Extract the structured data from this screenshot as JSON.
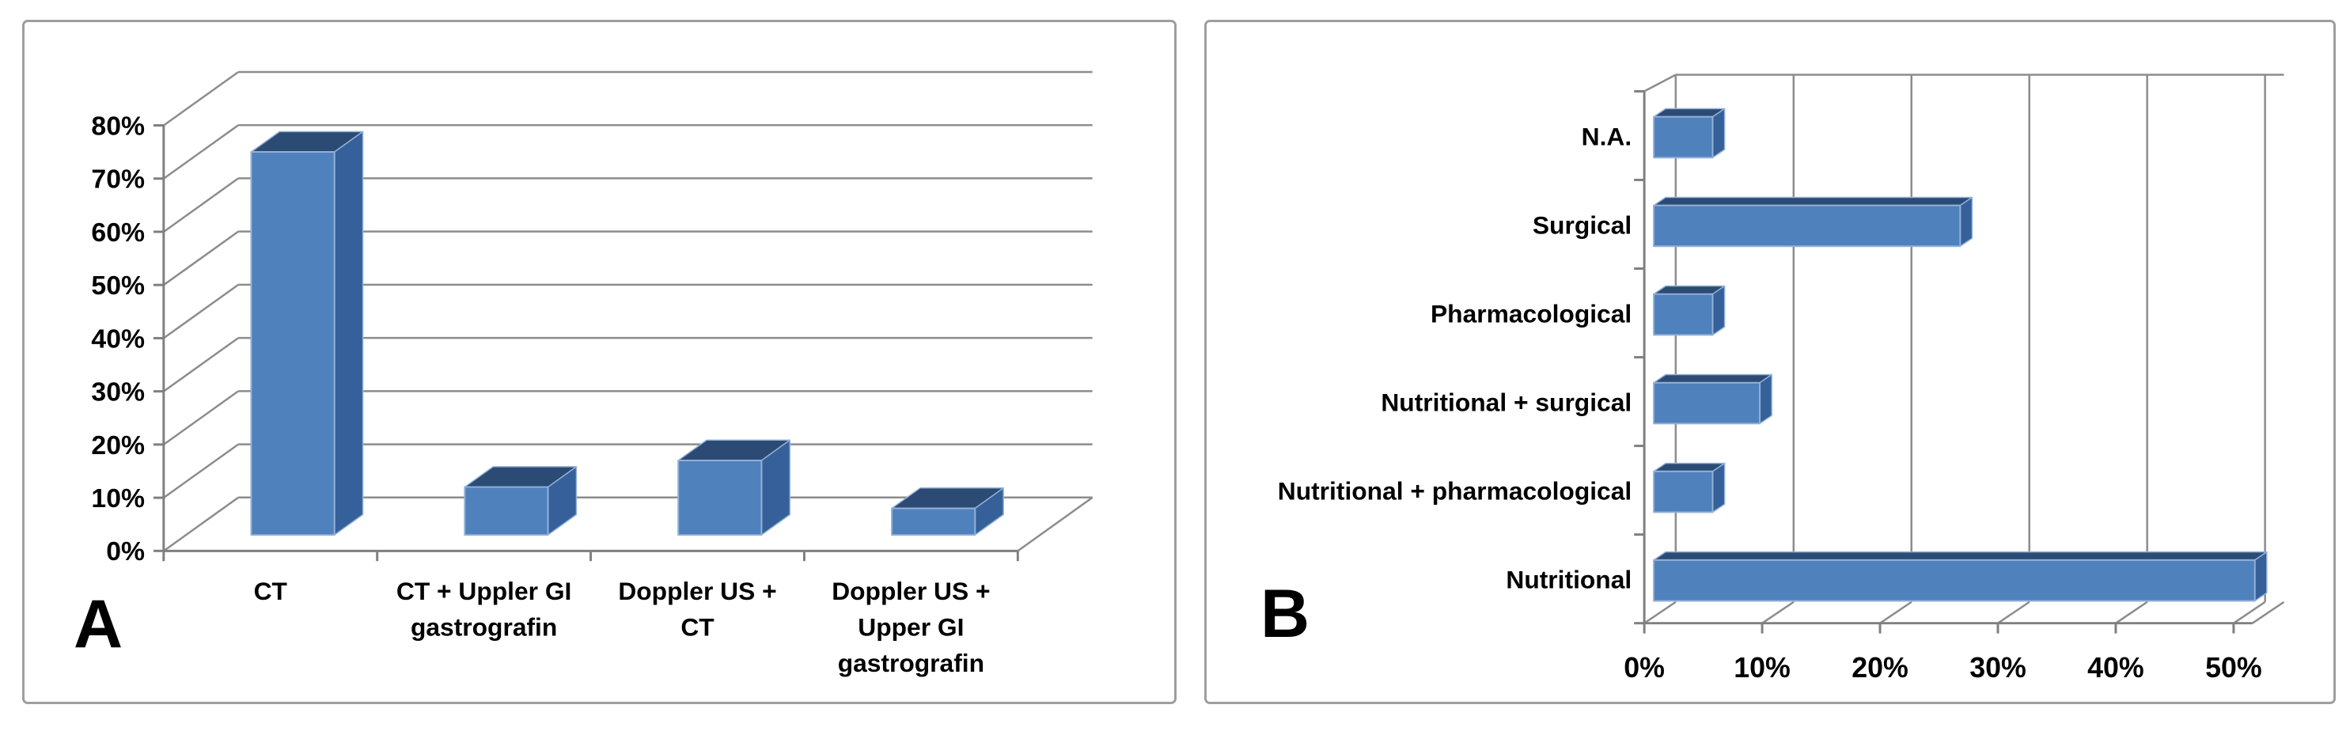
{
  "figure": {
    "panel_a_letter": "A",
    "panel_b_letter": "B"
  },
  "colors": {
    "bar_front": "#4F81BD",
    "bar_top": "#2C4B74",
    "bar_side": "#35609A",
    "bar_bevel": "#93B1D7",
    "gridline": "#8C8C8C",
    "axis": "#7F7F7F",
    "panel_border": "#9E9E9E",
    "text": "#000000",
    "background": "#FFFFFF"
  },
  "chart_data": [
    {
      "panel": "A",
      "type": "bar",
      "variant": "3d-column",
      "title": "",
      "xlabel": "",
      "ylabel": "",
      "categories": [
        "CT",
        "CT + Uppler GI gastrografin",
        "Doppler US + CT",
        "Doppler US + Upper GI gastrografin"
      ],
      "category_lines": [
        [
          "CT"
        ],
        [
          "CT + Uppler GI",
          "gastrografin"
        ],
        [
          "Doppler US +",
          "CT"
        ],
        [
          "Doppler US +",
          "Upper GI",
          "gastrografin"
        ]
      ],
      "values": [
        72,
        9,
        14,
        5
      ],
      "value_unit": "%",
      "ylim": [
        0,
        80
      ],
      "ytick_step": 10,
      "ytick_labels": [
        "0%",
        "10%",
        "20%",
        "30%",
        "40%",
        "50%",
        "60%",
        "70%",
        "80%"
      ],
      "grid": true,
      "legend": false
    },
    {
      "panel": "B",
      "type": "bar",
      "variant": "3d-horizontal-bar",
      "title": "",
      "xlabel": "",
      "ylabel": "",
      "categories": [
        "N.A.",
        "Surgical",
        "Pharmacological",
        "Nutritional + surgical",
        "Nutritional + pharmacological",
        "Nutritional"
      ],
      "values": [
        5,
        26,
        5,
        9,
        5,
        51
      ],
      "value_unit": "%",
      "xlim": [
        0,
        50
      ],
      "xtick_step": 10,
      "xtick_labels": [
        "0%",
        "10%",
        "20%",
        "30%",
        "40%",
        "50%"
      ],
      "grid": true,
      "legend": false
    }
  ]
}
